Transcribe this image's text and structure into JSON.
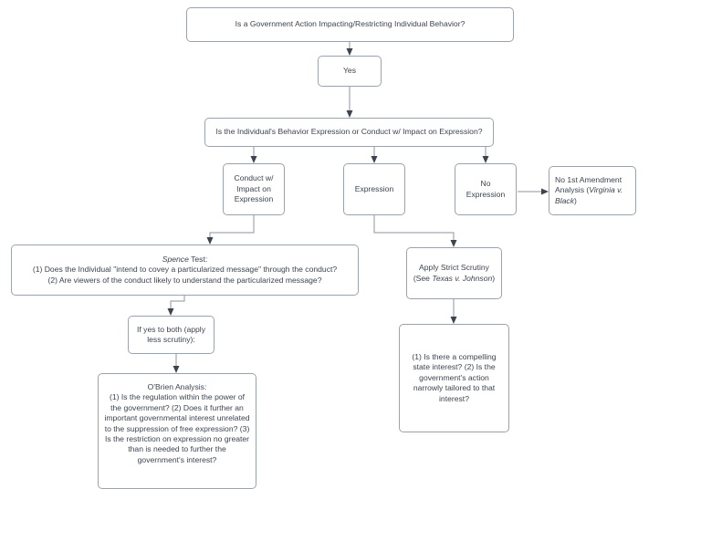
{
  "diagram": {
    "title": "First Amendment Individual Behavior Analysis Flowchart",
    "type": "flowchart",
    "background_color": "#ffffff",
    "node_border_color": "#9aa3ad",
    "connector_color": "#8e959e",
    "text_color": "#3c4450"
  },
  "nodes": {
    "root_question": {
      "label": "Is a Government Action Impacting/Restricting Individual Behavior?"
    },
    "yes": {
      "label": "Yes"
    },
    "behavior_question": {
      "line1": "Is the Individual's Behavior Expression or Conduct w/ Impact on",
      "line2": "Expression?"
    },
    "conduct": {
      "line1": "Conduct w/",
      "line2": "Impact on",
      "line3": "Expression"
    },
    "expression": {
      "label": "Expression"
    },
    "no_expression": {
      "line1": "No",
      "line2": "Expression"
    },
    "no_first_amendment": {
      "prefix": "No 1st Amendment Analysis (",
      "case_italic": "Virginia v. Black",
      "suffix": ")"
    },
    "spence_test": {
      "heading_italic": "Spence",
      "heading_rest": " Test:",
      "item1": "(1) Does the Individual \"intend to covey a particularized message\" through the conduct?",
      "item2": "(2) Are viewers of the conduct likely to understand the particularized message?"
    },
    "if_yes_both": {
      "line1": "If yes to both (apply",
      "line2": "less scrutiny):"
    },
    "obrien_analysis": {
      "heading": "O'Brien Analysis:",
      "item1": "(1) Is the regulation within the power of the government?",
      "item2": "(2) Does it further an important governmental interest unrelated to the suppression of free expression?",
      "item3": "(3) Is the restriction on expression no greater than is needed to further the government's interest?"
    },
    "strict_scrutiny": {
      "line1": "Apply Strict Scrutiny",
      "line2_prefix": "(See ",
      "line2_italic": "Texas v. Johnson",
      "line2_suffix": ")"
    },
    "strict_scrutiny_tests": {
      "item1": "(1) Is there a compelling state interest?",
      "item2": "(2) Is the government's action narrowly tailored to that interest?"
    }
  }
}
